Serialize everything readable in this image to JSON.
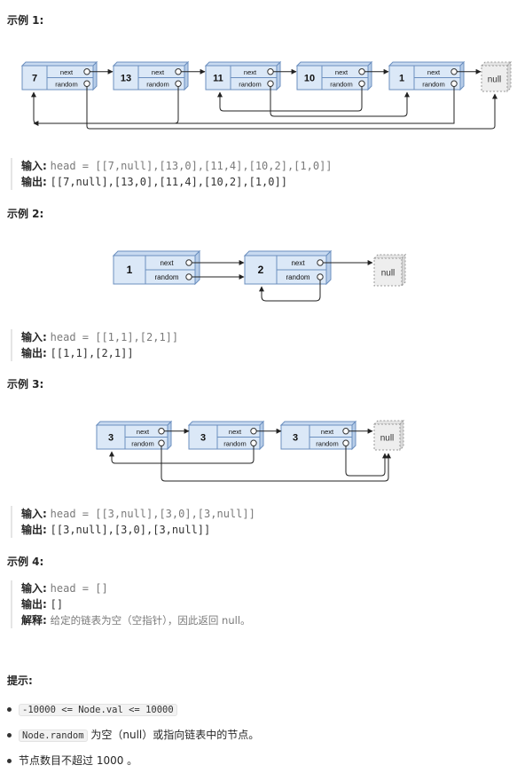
{
  "examples": [
    {
      "title": "示例 1:",
      "input_label": "输入:",
      "input_value": "head = [[7,null],[13,0],[11,4],[10,2],[1,0]]",
      "output_label": "输出:",
      "output_value": "[[7,null],[13,0],[11,4],[10,2],[1,0]]",
      "diagram": {
        "nodes": [
          "7",
          "13",
          "11",
          "10",
          "1"
        ],
        "null_label": "null"
      }
    },
    {
      "title": "示例 2:",
      "input_label": "输入:",
      "input_value": "head = [[1,1],[2,1]]",
      "output_label": "输出:",
      "output_value": "[[1,1],[2,1]]",
      "diagram": {
        "nodes": [
          "1",
          "2"
        ],
        "null_label": "null"
      }
    },
    {
      "title": "示例 3:",
      "input_label": "输入:",
      "input_value": "head = [[3,null],[3,0],[3,null]]",
      "output_label": "输出:",
      "output_value": "[[3,null],[3,0],[3,null]]",
      "diagram": {
        "nodes": [
          "3",
          "3",
          "3"
        ],
        "null_label": "null"
      }
    },
    {
      "title": "示例 4:",
      "input_label": "输入:",
      "input_value": "head = []",
      "output_label": "输出:",
      "output_value": "[]",
      "explain_label": "解释:",
      "explain_value": "给定的链表为空（空指针），因此返回 null。"
    }
  ],
  "node_labels": {
    "next": "next",
    "random": "random"
  },
  "hints": {
    "title": "提示:",
    "items": [
      {
        "code": "-10000 <= Node.val <= 10000",
        "text": ""
      },
      {
        "code": "Node.random",
        "text": "为空（null）或指向链表中的节点。"
      },
      {
        "code": "",
        "text": "节点数目不超过 1000 。"
      }
    ]
  },
  "colors": {
    "node_fill": "#dbe8f7",
    "node_stroke": "#6b8fbf",
    "null_fill": "#eeeeee"
  }
}
